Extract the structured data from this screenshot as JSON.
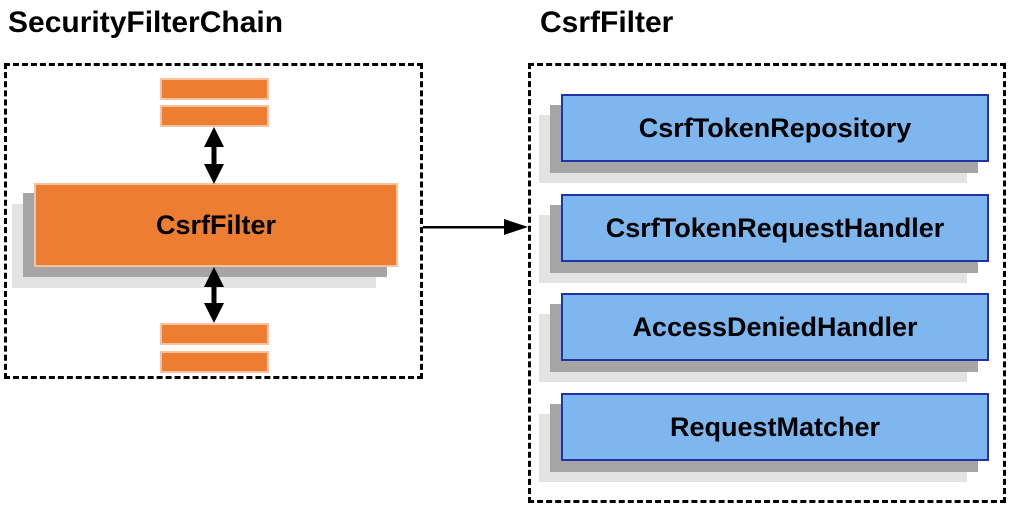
{
  "titles": {
    "left": "SecurityFilterChain",
    "right": "CsrfFilter"
  },
  "left_panel": {
    "filter_label": "CsrfFilter",
    "chain_bars_count": 4
  },
  "right_panel": {
    "boxes": [
      {
        "label": "CsrfTokenRepository"
      },
      {
        "label": "CsrfTokenRequestHandler"
      },
      {
        "label": "AccessDeniedHandler"
      },
      {
        "label": "RequestMatcher"
      }
    ]
  },
  "icons": {
    "double_arrow_vertical": "up-down-arrow-icon",
    "connector_arrow": "right-arrow-icon"
  },
  "colors": {
    "orange-fill": "#ED7D31",
    "orange-border": "#F9C29C",
    "blue-fill": "#7EB6F0",
    "blue-border": "#2233AA",
    "shadow-dark": "#A5A5A5",
    "shadow-light": "#E3E3E3",
    "arrow": "#000000",
    "panel-border": "#000000"
  }
}
